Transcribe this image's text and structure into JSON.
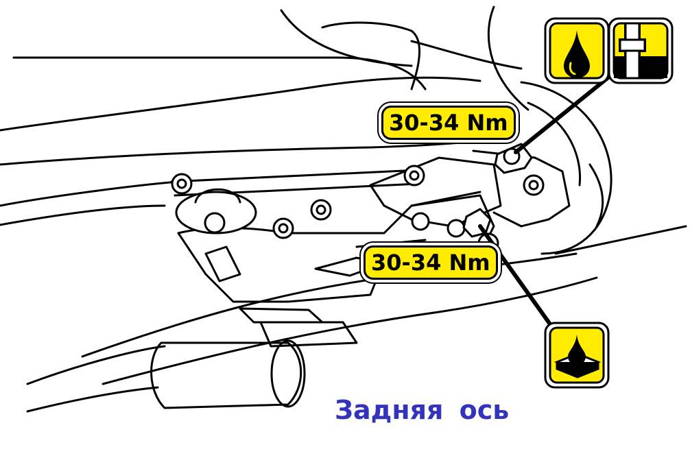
{
  "torque_labels": {
    "upper": "30-34 Nm",
    "lower": "30-34 Nm"
  },
  "caption": "Задняя  ось",
  "icons": [
    {
      "name": "oil-drop-icon",
      "meaning": "oil"
    },
    {
      "name": "sealant-pipe-icon",
      "meaning": "thread sealant"
    },
    {
      "name": "oil-tray-icon",
      "meaning": "oil level"
    }
  ],
  "colors": {
    "label_fill": "#ffec00",
    "caption": "#3333bb",
    "outline": "#000000"
  }
}
